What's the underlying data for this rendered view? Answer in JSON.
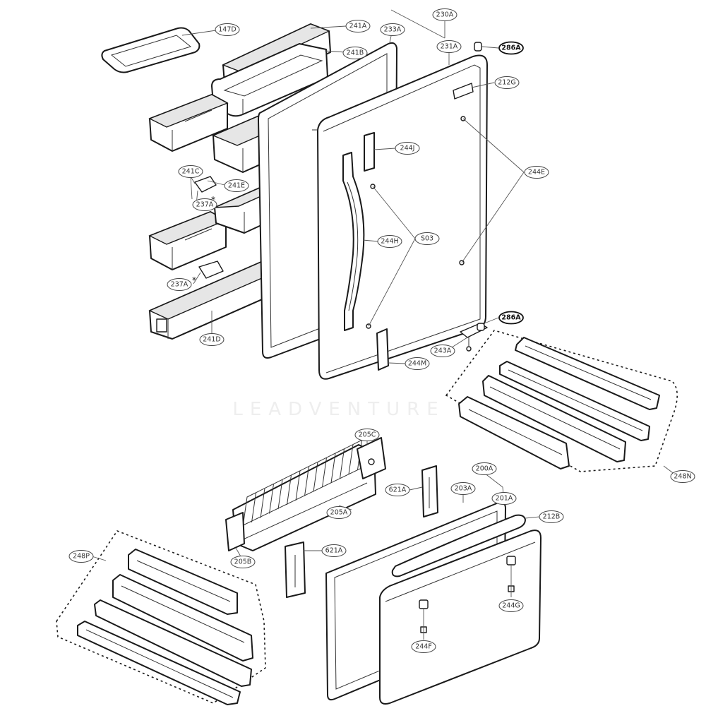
{
  "watermark": "LEADVENTURE",
  "callouts": [
    {
      "id": "c-147D",
      "label": "147D",
      "emphasis": false
    },
    {
      "id": "c-241A",
      "label": "241A",
      "emphasis": false
    },
    {
      "id": "c-241B",
      "label": "241B",
      "emphasis": false
    },
    {
      "id": "c-233A",
      "label": "233A",
      "emphasis": false
    },
    {
      "id": "c-230A",
      "label": "230A",
      "emphasis": false
    },
    {
      "id": "c-231A",
      "label": "231A",
      "emphasis": false
    },
    {
      "id": "c-286A-top",
      "label": "286A",
      "emphasis": true
    },
    {
      "id": "c-212G",
      "label": "212G",
      "emphasis": false
    },
    {
      "id": "c-244J",
      "label": "244J",
      "emphasis": false
    },
    {
      "id": "c-244E",
      "label": "244E",
      "emphasis": false
    },
    {
      "id": "c-241C",
      "label": "241C",
      "emphasis": false
    },
    {
      "id": "c-241E",
      "label": "241E",
      "emphasis": false
    },
    {
      "id": "c-237A-upper",
      "label": "237A",
      "emphasis": false
    },
    {
      "id": "c-S03",
      "label": "S03",
      "emphasis": false
    },
    {
      "id": "c-244H",
      "label": "244H",
      "emphasis": false
    },
    {
      "id": "c-237A-lower",
      "label": "237A",
      "emphasis": false
    },
    {
      "id": "c-241D",
      "label": "241D",
      "emphasis": false
    },
    {
      "id": "c-286A-mid",
      "label": "286A",
      "emphasis": true
    },
    {
      "id": "c-243A",
      "label": "243A",
      "emphasis": false
    },
    {
      "id": "c-244M",
      "label": "244M",
      "emphasis": false
    },
    {
      "id": "c-248N",
      "label": "248N",
      "emphasis": false
    },
    {
      "id": "c-205C",
      "label": "205C",
      "emphasis": false
    },
    {
      "id": "c-621A-upper",
      "label": "621A",
      "emphasis": false
    },
    {
      "id": "c-205A",
      "label": "205A",
      "emphasis": false
    },
    {
      "id": "c-200A",
      "label": "200A",
      "emphasis": false
    },
    {
      "id": "c-203A",
      "label": "203A",
      "emphasis": false
    },
    {
      "id": "c-201A",
      "label": "201A",
      "emphasis": false
    },
    {
      "id": "c-212B",
      "label": "212B",
      "emphasis": false
    },
    {
      "id": "c-205B",
      "label": "205B",
      "emphasis": false
    },
    {
      "id": "c-621A-lower",
      "label": "621A",
      "emphasis": false
    },
    {
      "id": "c-248P",
      "label": "248P",
      "emphasis": false
    },
    {
      "id": "c-244G",
      "label": "244G",
      "emphasis": false
    },
    {
      "id": "c-244F",
      "label": "244F",
      "emphasis": false
    }
  ],
  "markers": {
    "star": "*"
  },
  "colors": {
    "line": "#1a1a1a",
    "watermark": "#eeeeee",
    "background": "#ffffff"
  }
}
